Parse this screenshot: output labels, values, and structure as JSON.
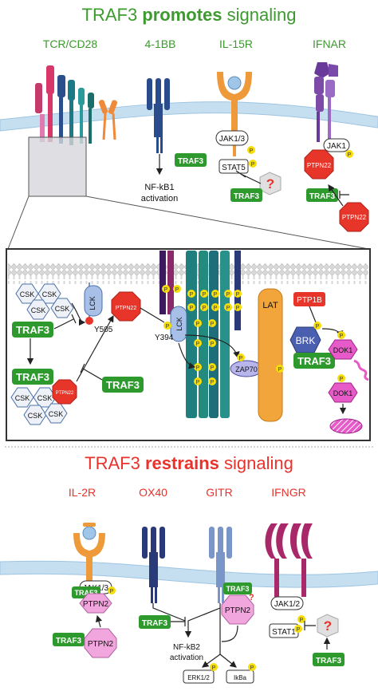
{
  "colors": {
    "green_title": "#3c9a2e",
    "red_title": "#e8322b",
    "traf3_fill": "#2e9a2e",
    "membrane": "#b9d6ec",
    "ptpn22": "#e8352a",
    "ptpn2": "#f1a6de",
    "phospho": "#f5dd0a",
    "lat": "#f2a53a",
    "brk": "#4a5fb0",
    "teal": "#1f7f7f",
    "navy": "#2a3a78"
  },
  "top": {
    "title_pre": "TRAF3 ",
    "title_bold": "promotes",
    "title_post": " signaling",
    "receptors": [
      "TCR/CD28",
      "4-1BB",
      "IL-15R",
      "IFNAR"
    ],
    "traf3": "TRAF3",
    "nfkb1_line1": "NF-kB1",
    "nfkb1_line2": "activation",
    "jak13": "JAK1/3",
    "stat5": "STAT5",
    "jak1": "JAK1",
    "ptpn22": "PTPN22",
    "question": "?",
    "p": "P"
  },
  "detail": {
    "csk": "CSK",
    "lck": "LCK",
    "y505": "Y505",
    "y394": "Y394",
    "zap70": "ZAP70",
    "lat": "LAT",
    "ptp1b": "PTP1B",
    "brk": "BRK",
    "dok1": "DOK1",
    "ptpn22": "PTPN22",
    "traf3": "TRAF3",
    "p": "P"
  },
  "bottom": {
    "title_pre": "TRAF3 ",
    "title_bold": "restrains",
    "title_post": " signaling",
    "receptors": [
      "IL-2R",
      "OX40",
      "GITR",
      "IFNGR"
    ],
    "jak13": "JAK1/3",
    "traf3": "TRAF3",
    "ptpn2": "PTPN2",
    "nfkb2_line1": "NF-kB2",
    "nfkb2_line2": "activation",
    "erk": "ERK1/2",
    "ikba": "IkBa",
    "jak12": "JAK1/2",
    "stat1": "STAT1",
    "question": "?",
    "p": "P"
  }
}
